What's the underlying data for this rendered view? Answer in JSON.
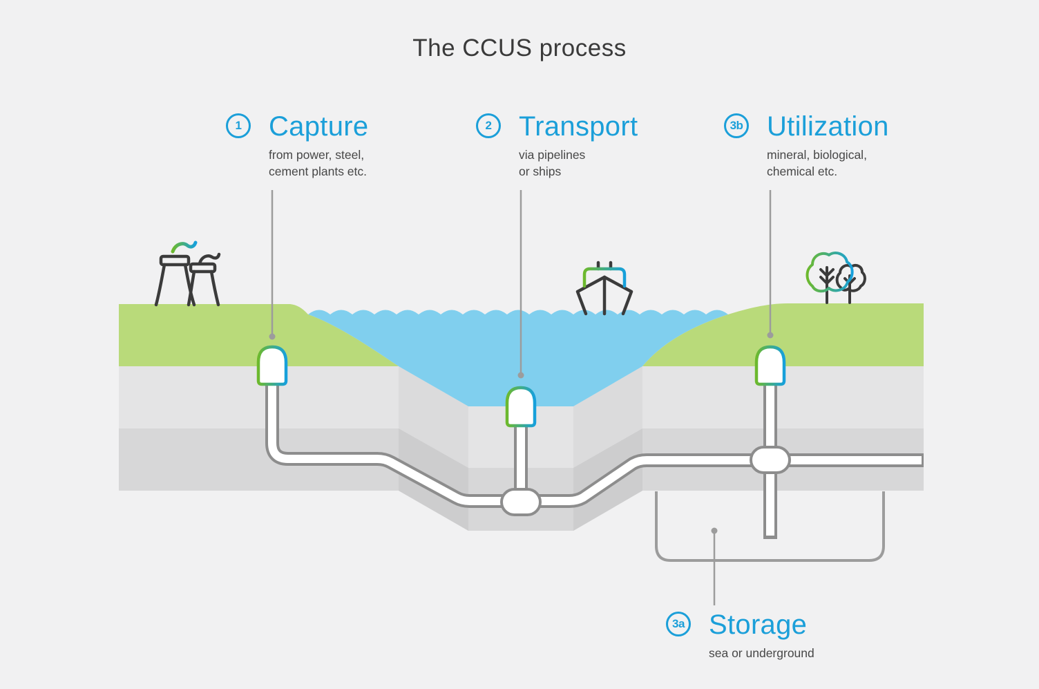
{
  "title": "The CCUS process",
  "steps": {
    "capture": {
      "number": "1",
      "label": "Capture",
      "desc1": "from power, steel,",
      "desc2": "cement plants etc."
    },
    "transport": {
      "number": "2",
      "label": "Transport",
      "desc1": "via pipelines",
      "desc2": "or ships"
    },
    "utilization": {
      "number": "3b",
      "label": "Utilization",
      "desc1": "mineral, biological,",
      "desc2": "chemical etc."
    },
    "storage": {
      "number": "3a",
      "label": "Storage",
      "desc1": "sea or underground"
    }
  },
  "colors": {
    "accent_blue": "#1b9fd9",
    "accent_green": "#6db92d",
    "land_green": "#b9da7a",
    "water_blue": "#80cfee",
    "soil_upper": "#e4e4e5",
    "soil_lower": "#d7d7d8",
    "pipe_gray": "#8d8d8d",
    "icon_dark": "#3b3b3b",
    "background": "#f1f1f2",
    "title_text": "#3a3a3a",
    "body_text": "#474747"
  },
  "icons": [
    "factory-icon",
    "ship-icon",
    "trees-icon",
    "wellhead-icon",
    "pipe-junction",
    "storage-bracket",
    "leader-dot"
  ]
}
